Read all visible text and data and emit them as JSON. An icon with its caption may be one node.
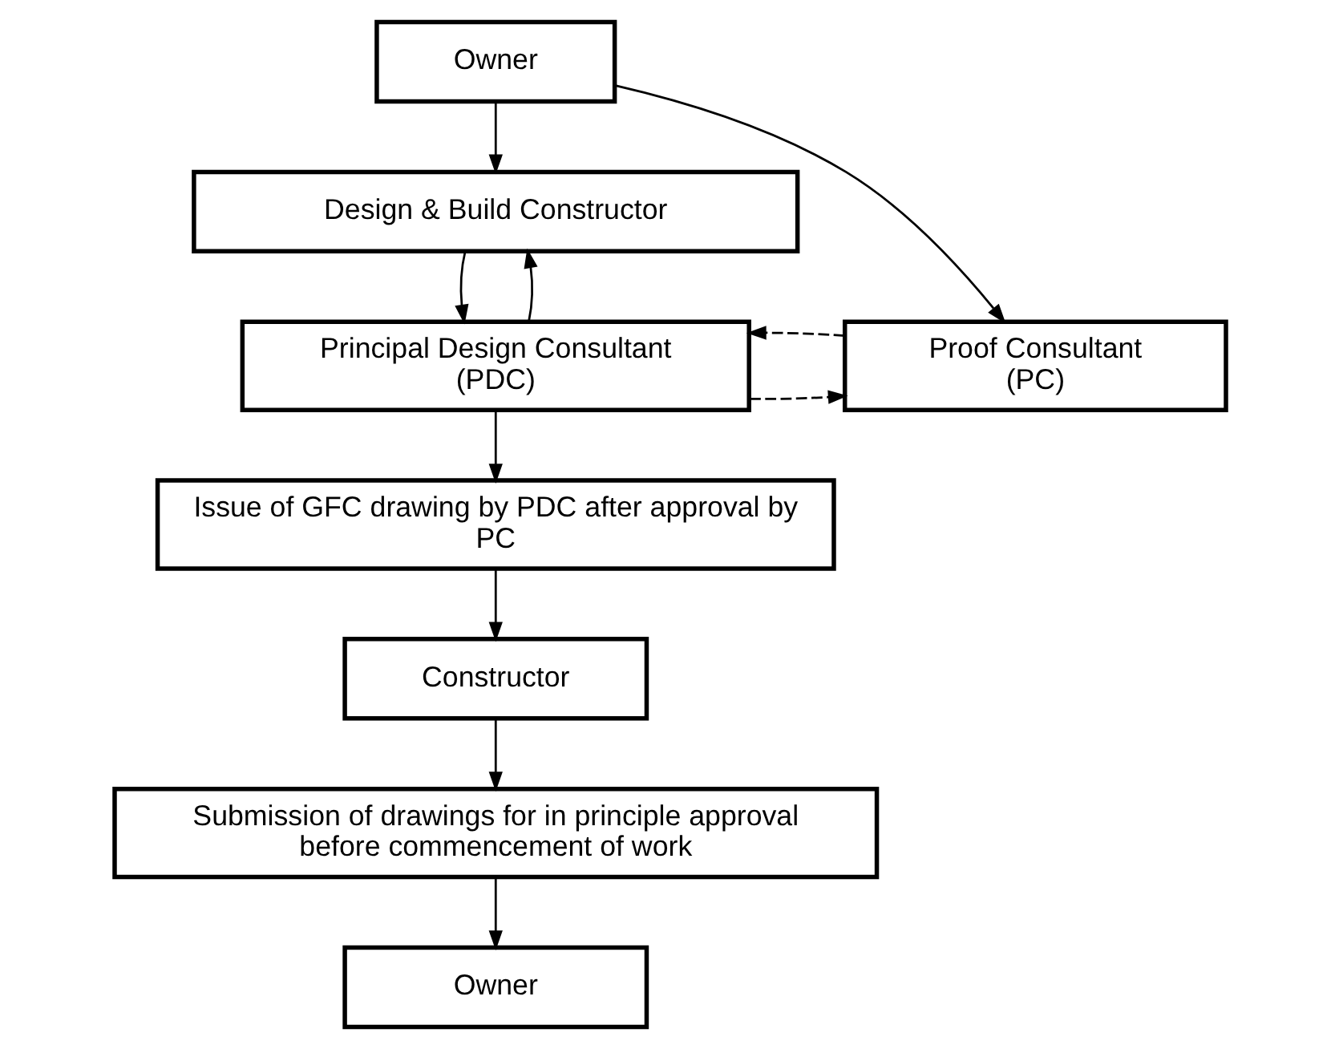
{
  "diagram": {
    "nodes": [
      {
        "text": [
          "Owner"
        ]
      },
      {
        "text": [
          "Design & Build Constructor"
        ]
      },
      {
        "text": [
          "Principal Design Consultant (PDC)"
        ]
      },
      {
        "text": [
          "Proof Consultant (PC)"
        ]
      },
      {
        "text": [
          "Issue of GFC drawing by PDC after approval by PC"
        ]
      },
      {
        "text": [
          "Constructor"
        ]
      },
      {
        "text": [
          "Submission of drawings for in principle approval before commencement of work"
        ]
      },
      {
        "text": [
          "Owner"
        ]
      }
    ],
    "edges": [
      {
        "from": 0,
        "to": 1,
        "arrow": "to"
      },
      {
        "from": 0,
        "to": 3,
        "arrow": "to"
      },
      {
        "from": 1,
        "to": 2,
        "arrow": "to"
      },
      {
        "from": 2,
        "to": 1,
        "arrow": "to"
      },
      {
        "from": 2,
        "to": 3,
        "arrow": "to",
        "style": "dashed"
      },
      {
        "from": 3,
        "to": 2,
        "arrow": "to",
        "style": "dashed"
      },
      {
        "from": 2,
        "to": 4,
        "arrow": "to"
      },
      {
        "from": 4,
        "to": 5,
        "arrow": "to"
      },
      {
        "from": 5,
        "to": 6,
        "arrow": "to"
      },
      {
        "from": 6,
        "to": 7,
        "arrow": "to"
      }
    ]
  }
}
